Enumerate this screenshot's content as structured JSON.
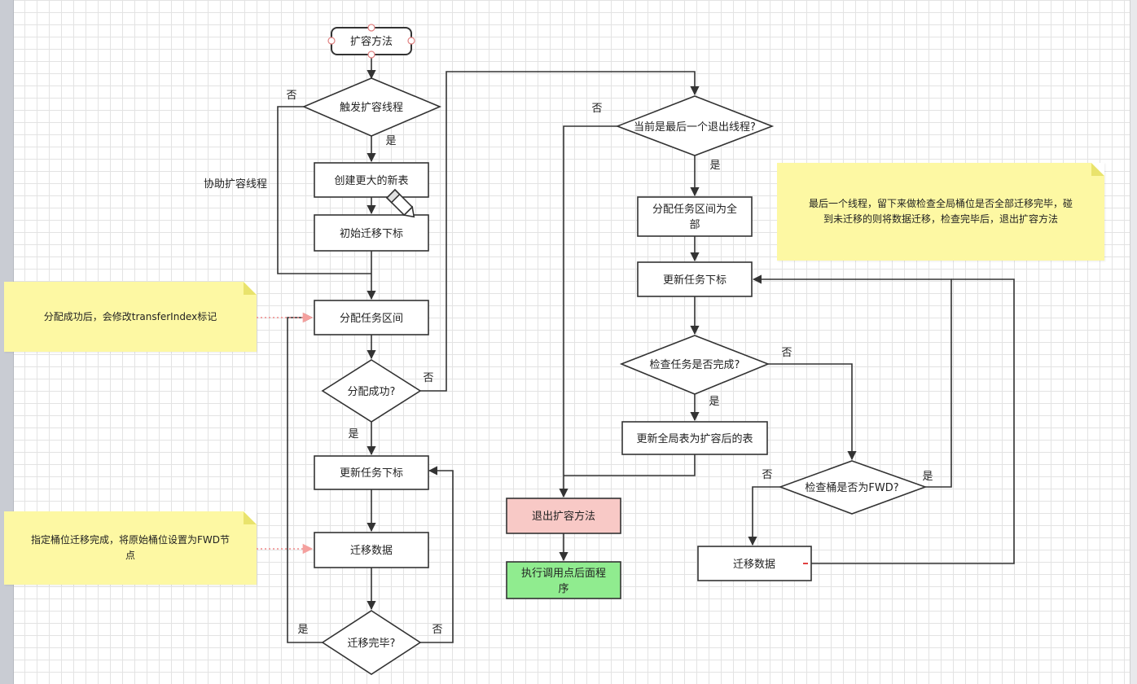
{
  "nodes": {
    "start": "扩容方法",
    "trigger": "触发扩容线程",
    "create_table": "创建更大的新表",
    "init_index": "初始迁移下标",
    "assign_range": "分配任务区间",
    "assign_ok": "分配成功?",
    "update_index_left": "更新任务下标",
    "migrate_left": "迁移数据",
    "migrate_done": "迁移完毕?",
    "last_thread": "当前是最后一个退出线程?",
    "assign_all_l1": "分配任务区间为全",
    "assign_all_l2": "部",
    "update_index_right": "更新任务下标",
    "check_done": "检查任务是否完成?",
    "update_global": "更新全局表为扩容后的表",
    "check_fwd": "检查桶是否为FWD?",
    "migrate_right": "迁移数据",
    "exit": "退出扩容方法",
    "exec_l1": "执行调用点后面程",
    "exec_l2": "序"
  },
  "labels": {
    "no_trigger": "否",
    "yes_trigger": "是",
    "assist": "协助扩容线程",
    "no_assign": "否",
    "yes_assign": "是",
    "yes_migrate": "是",
    "no_migrate": "否",
    "no_last": "否",
    "yes_last": "是",
    "no_check": "否",
    "yes_check": "是",
    "no_fwd": "否",
    "yes_fwd": "是"
  },
  "notes": {
    "assign_note": "分配成功后，会修改transferIndex标记",
    "migrate_note_l1": "指定桶位迁移完成，将原始桶位设置为FWD节",
    "migrate_note_l2": "点",
    "last_note_l1": "最后一个线程，留下来做检查全局桶位是否全部迁移完毕，碰",
    "last_note_l2": "到未迁移的则将数据迁移，检查完毕后，退出扩容方法"
  },
  "colors": {
    "exit_fill": "#f8c9c6",
    "exec_fill": "#90ec8f",
    "note_fill": "#fdf8a3",
    "stroke": "#333333",
    "dotted_arrow": "#f08a8a"
  },
  "icons": [
    "pencil-cursor-icon"
  ]
}
